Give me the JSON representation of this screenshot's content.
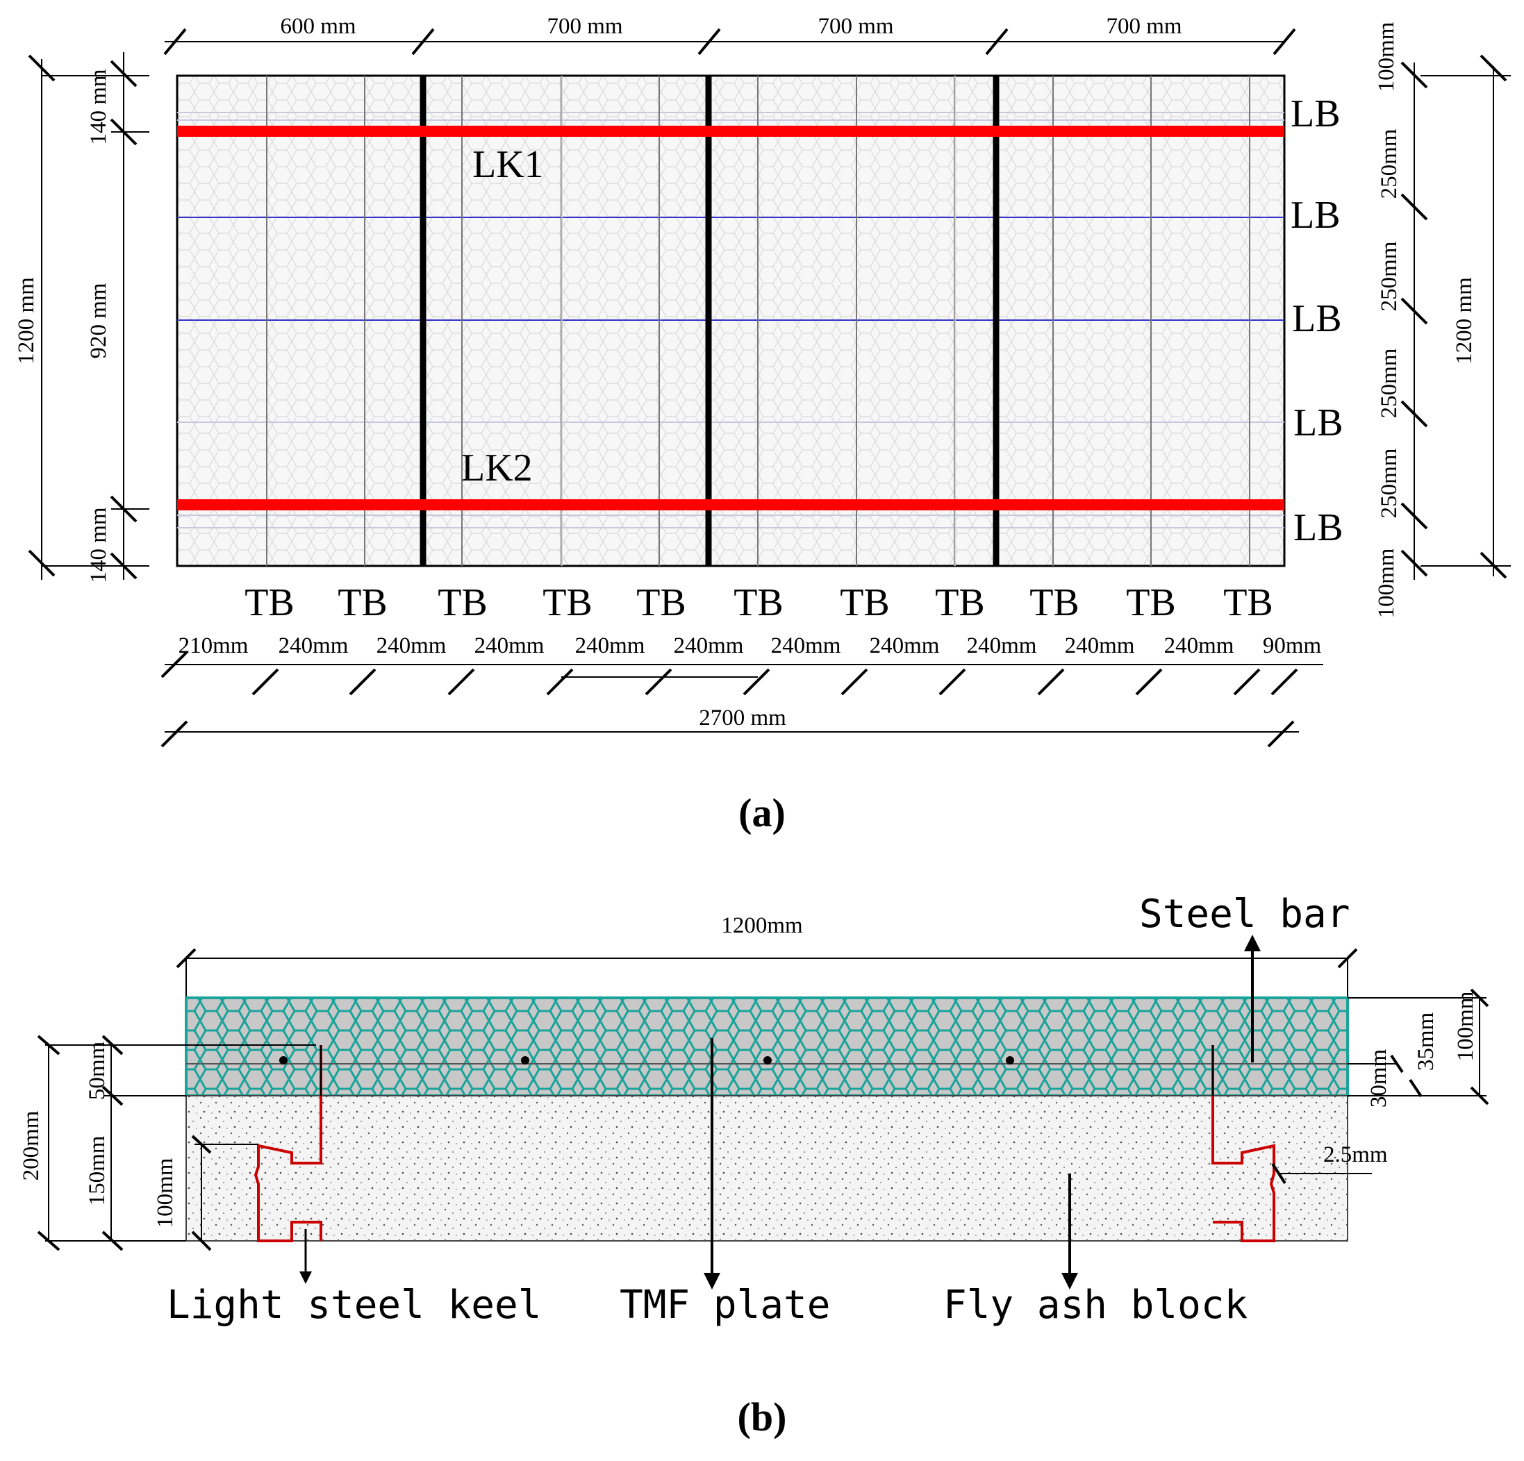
{
  "panel_a": {
    "top_dims": [
      "600 mm",
      "700 mm",
      "700 mm",
      "700 mm"
    ],
    "left_dims": {
      "total": "1200 mm",
      "top": "140 mm",
      "middle": "920 mm",
      "bottom": "140 mm"
    },
    "right_dims": {
      "total": "1200 mm",
      "spacings": [
        "100mm",
        "250mm",
        "250mm",
        "250mm",
        "250mm",
        "100mm"
      ]
    },
    "lb_labels": [
      "LB",
      "LB",
      "LB",
      "LB",
      "LB"
    ],
    "keel_labels": [
      "LK1",
      "LK2"
    ],
    "tb_labels": [
      "TB",
      "TB",
      "TB",
      "TB",
      "TB",
      "TB",
      "TB",
      "TB",
      "TB",
      "TB",
      "TB"
    ],
    "bottom_dims": [
      "210mm",
      "240mm",
      "240mm",
      "240mm",
      "240mm",
      "240mm",
      "240mm",
      "240mm",
      "240mm",
      "240mm",
      "240mm",
      "90mm"
    ],
    "overall": "2700 mm",
    "caption": "(a)",
    "colors": {
      "keel": "#ff0000",
      "bar": "#3333cc",
      "joint": "#000000"
    }
  },
  "panel_b": {
    "width": "1200mm",
    "steel_bar": "Steel bar",
    "left_dims": {
      "total": "200mm",
      "upper": "50mm",
      "lower": "150mm",
      "keel": "100mm"
    },
    "right_dims": {
      "a": "30mm",
      "b": "35mm",
      "c": "100mm",
      "thickness": "2.5mm"
    },
    "callouts": [
      "Light steel keel",
      "TMF plate",
      "Fly ash block"
    ],
    "caption": "(b)",
    "colors": {
      "plate_fill": "#c8c8c8",
      "mesh": "#1aa39a",
      "keel": "#cc0000"
    }
  }
}
